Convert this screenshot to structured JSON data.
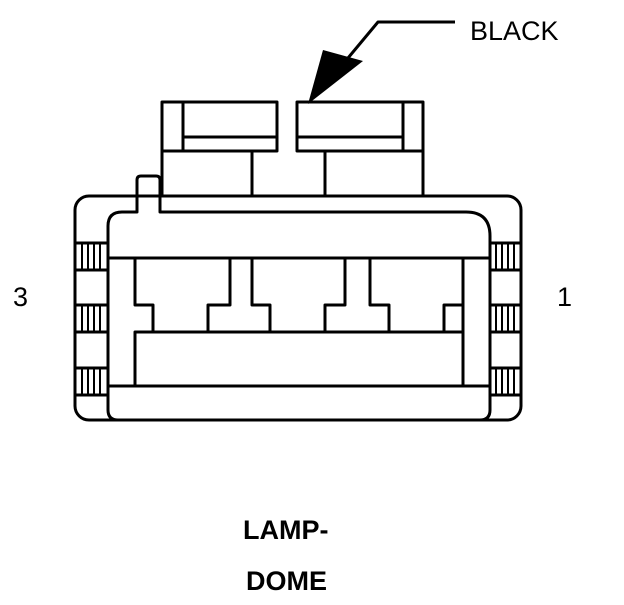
{
  "diagram": {
    "wire_color_label": "BLACK",
    "pin_left_label": "3",
    "pin_right_label": "1",
    "component_name_line1": "LAMP-",
    "component_name_line2": "DOME"
  }
}
